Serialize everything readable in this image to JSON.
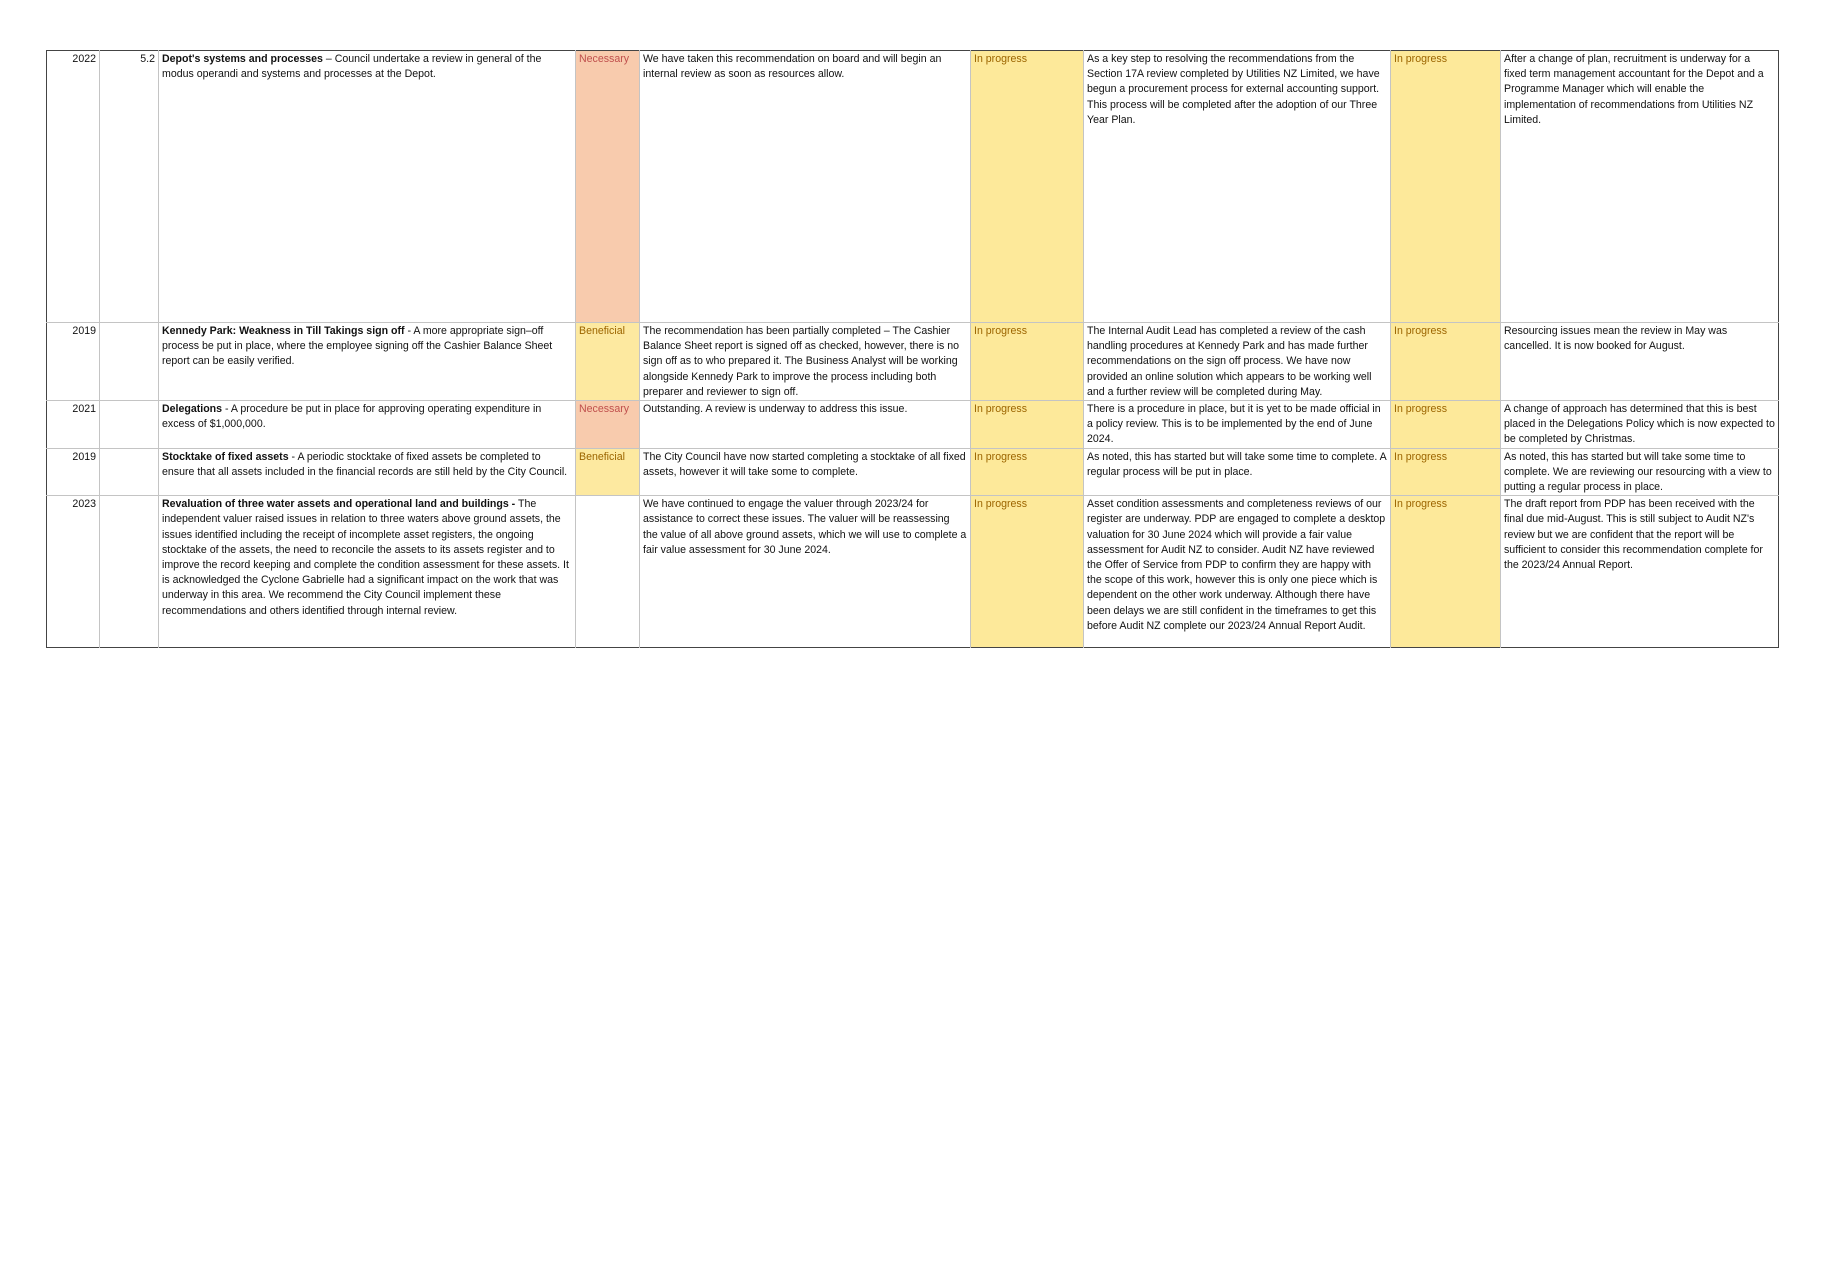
{
  "rows": [
    {
      "year": "2022",
      "ref": "5.2",
      "title": "Depot's systems and processes",
      "title_sep": " – ",
      "recommendation": "Council undertake a review in general of the modus operandi and systems and processes at the Depot.",
      "rating": "Necessary",
      "rating_kind": "necessary",
      "response": "We have taken this recommendation on board and will begin an internal review as soon as resources allow.",
      "status1": "In progress",
      "update1": "As a key step to resolving the recommendations from the Section 17A review completed by Utilities NZ Limited, we have begun a procurement process for external accounting support. This process will be completed after the adoption of our Three Year Plan.",
      "status2": "In progress",
      "update2": "After a change of plan, recruitment is underway for a fixed term management accountant for the Depot and a Programme Manager which will enable the implementation of recommendations from Utilities NZ Limited."
    },
    {
      "year": "2019",
      "ref": "",
      "title": "Kennedy Park: Weakness in Till Takings sign off",
      "title_sep": " - ",
      "recommendation": "A more appropriate sign–off process be put in place, where the employee signing off the Cashier Balance Sheet report can be easily verified.",
      "rating": "Beneficial",
      "rating_kind": "beneficial",
      "response": "The recommendation has been partially completed – The Cashier Balance Sheet report is signed off as checked, however, there is no sign off as to who prepared it. The Business Analyst will be working alongside Kennedy Park to improve the process including both preparer and reviewer to sign off.",
      "status1": "In progress",
      "update1": "The Internal Audit Lead has completed a review of the cash handling procedures at Kennedy Park and has made further recommendations on the sign off process. We have now provided an online solution which appears to be working well and a further review will be completed during May.",
      "status2": "In progress",
      "update2": "Resourcing issues mean the review in May was cancelled. It is now booked for August."
    },
    {
      "year": "2021",
      "ref": "",
      "title": "Delegations",
      "title_sep": " - ",
      "recommendation": "A procedure be put in place for approving operating expenditure in excess of $1,000,000.",
      "rating": "Necessary",
      "rating_kind": "necessary",
      "response": "Outstanding. A review is underway to address this issue.",
      "status1": "In progress",
      "update1": "There is a procedure in place, but it is yet to be made official in a policy review. This is to be implemented by the end of June 2024.",
      "status2": "In progress",
      "update2": "A change of approach has determined that this is best placed in the Delegations Policy which is now expected to be completed by Christmas."
    },
    {
      "year": "2019",
      "ref": "",
      "title": "Stocktake of fixed assets",
      "title_sep": " - ",
      "recommendation": "A periodic stocktake of fixed assets be completed to ensure that all assets included in the financial records are still held by the City Council.",
      "rating": "Beneficial",
      "rating_kind": "beneficial",
      "response": "The City Council have now started completing a stocktake of all fixed assets, however it will take some to complete.",
      "status1": "In progress",
      "update1": "As noted, this has started but will take some time to complete. A regular process will be put in place.",
      "status2": "In progress",
      "update2": "As noted, this has started but will take some time to complete. We are reviewing our resourcing with a view to putting a regular process in place."
    },
    {
      "year": "2023",
      "ref": "",
      "title": "Revaluation of three water assets and operational land and buildings -",
      "title_sep": " ",
      "recommendation": "The independent valuer raised issues in relation to three waters above ground assets, the issues identified including the receipt of incomplete asset registers, the ongoing stocktake of the assets, the need to reconcile the assets to its assets register and to improve the record keeping and complete the condition assessment for these assets. It is acknowledged the Cyclone Gabrielle had a significant impact on the work that was underway in this area. We recommend the City Council implement these recommendations and others identified through internal review.",
      "rating": "",
      "rating_kind": "none",
      "response": "We have continued to engage the valuer through 2023/24 for assistance to correct these issues. The valuer will be reassessing the value of all above ground assets, which we will use to complete a fair value assessment for 30 June 2024.",
      "status1": "In progress",
      "update1": "Asset condition assessments and completeness reviews of our register are underway. PDP are engaged to complete a desktop valuation for 30 June 2024 which will provide a fair value assessment for Audit NZ to consider. Audit NZ have reviewed the Offer of Service from PDP to confirm they are happy with the scope of this work, however this is only one piece which is dependent on the other work underway. Although there have been delays we are still confident in the timeframes to get this before Audit NZ complete our 2023/24 Annual Report Audit.",
      "status2": "In progress",
      "update2": "The draft report from PDP has been received with the final due mid-August. This is still subject to Audit NZ's review but we are confident that the report will be sufficient to consider this recommendation complete for the 2023/24 Annual Report."
    }
  ]
}
